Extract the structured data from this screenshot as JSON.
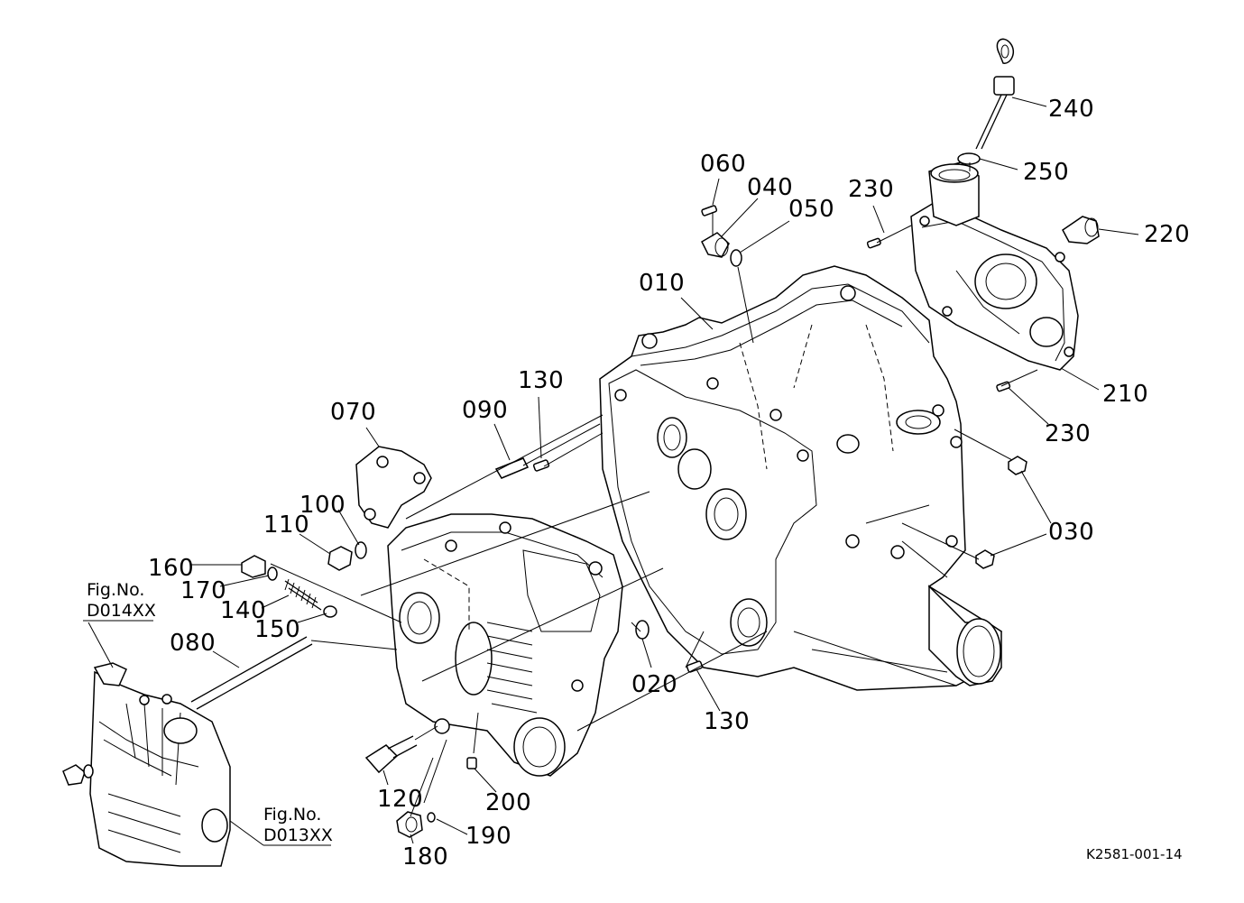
{
  "diagram": {
    "drawing_code": "K2581-001-14",
    "fig_refs": [
      {
        "id": "d014",
        "label": "Fig.No.",
        "code": "D014XX"
      },
      {
        "id": "d013",
        "label": "Fig.No.",
        "code": "D013XX"
      }
    ],
    "callouts": [
      {
        "id": "c010",
        "label": "010"
      },
      {
        "id": "c020",
        "label": "020"
      },
      {
        "id": "c030",
        "label": "030"
      },
      {
        "id": "c040",
        "label": "040"
      },
      {
        "id": "c050",
        "label": "050"
      },
      {
        "id": "c060",
        "label": "060"
      },
      {
        "id": "c070",
        "label": "070"
      },
      {
        "id": "c080",
        "label": "080"
      },
      {
        "id": "c090",
        "label": "090"
      },
      {
        "id": "c100",
        "label": "100"
      },
      {
        "id": "c110",
        "label": "110"
      },
      {
        "id": "c120",
        "label": "120"
      },
      {
        "id": "c130a",
        "label": "130"
      },
      {
        "id": "c130b",
        "label": "130"
      },
      {
        "id": "c140",
        "label": "140"
      },
      {
        "id": "c150",
        "label": "150"
      },
      {
        "id": "c160",
        "label": "160"
      },
      {
        "id": "c170",
        "label": "170"
      },
      {
        "id": "c180",
        "label": "180"
      },
      {
        "id": "c190",
        "label": "190"
      },
      {
        "id": "c200",
        "label": "200"
      },
      {
        "id": "c210",
        "label": "210"
      },
      {
        "id": "c220",
        "label": "220"
      },
      {
        "id": "c230a",
        "label": "230"
      },
      {
        "id": "c230b",
        "label": "230"
      },
      {
        "id": "c240",
        "label": "240"
      },
      {
        "id": "c250",
        "label": "250"
      }
    ]
  }
}
